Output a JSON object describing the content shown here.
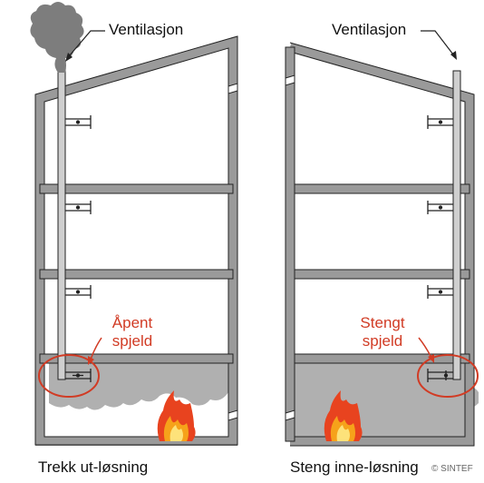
{
  "left": {
    "vent_label": "Ventilasjon",
    "damper_label_line1": "Åpent",
    "damper_label_line2": "spjeld",
    "caption": "Trekk ut-løsning"
  },
  "right": {
    "vent_label": "Ventilasjon",
    "damper_label_line1": "Stengt",
    "damper_label_line2": "spjeld",
    "caption": "Steng inne-løsning"
  },
  "copyright": "© SINTEF",
  "colors": {
    "wall": "#9a9a9a",
    "smoke": "#b0b0b0",
    "annotation": "#d13b24",
    "flame_outer": "#e8431f",
    "flame_mid": "#f6a21a",
    "flame_inner": "#fde27a"
  }
}
